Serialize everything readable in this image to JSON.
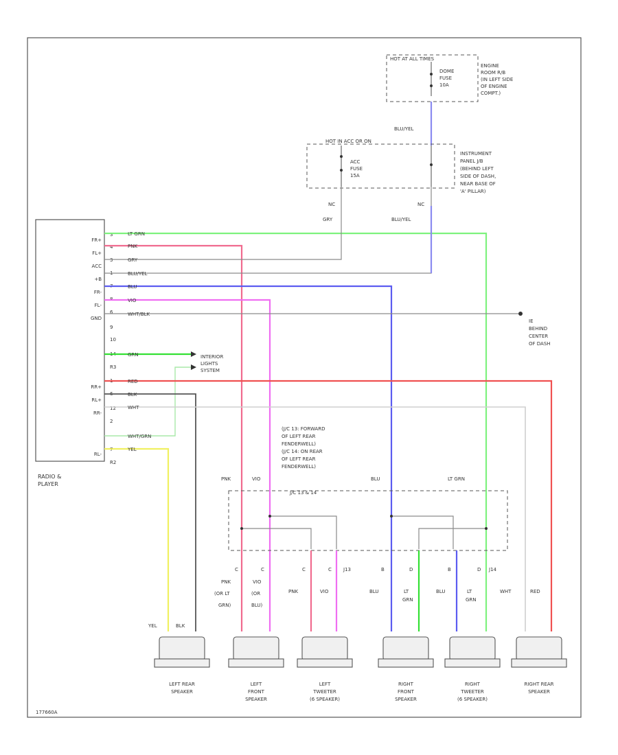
{
  "fuses": {
    "top_header": "HOT AT ALL TIMES",
    "dome_fuse": [
      "DOME",
      "FUSE",
      "10A"
    ],
    "engine_room_loc": [
      "ENGINE",
      "ROOM R/B",
      "(IN LEFT SIDE",
      "OF ENGINE",
      "COMPT.)"
    ],
    "acc_header": "HOT IN ACC OR ON",
    "acc_fuse": [
      "ACC",
      "FUSE",
      "15A"
    ],
    "panel_loc": [
      "INSTRUMENT",
      "PANEL J/B",
      "(BEHIND LEFT",
      "SIDE OF DASH,",
      "NEAR BASE OF",
      "'A' PILLAR)"
    ],
    "conn_left": "NC",
    "conn_right": "NC"
  },
  "radio": {
    "label_line1": "RADIO &",
    "label_line2": "PLAYER",
    "pins": [
      "FR+",
      "FL+",
      "ACC",
      "+B",
      "FR-",
      "FL-",
      "GND",
      "",
      "",
      "",
      "",
      "RR+",
      "RL+",
      "RR-",
      "",
      "RL-"
    ],
    "pin_nums": [
      "3",
      "4",
      "3",
      "1",
      "7",
      "8",
      "6",
      "9",
      "10",
      "14",
      "R3",
      "1",
      "6",
      "12",
      "2",
      "7",
      "R2"
    ]
  },
  "wires": {
    "lt_grn": "LT GRN",
    "pnk": "PNK",
    "gry": "GRY",
    "blu_yel": "BLU/YEL",
    "blu": "BLU",
    "vio": "VIO",
    "wht_blk": "WHT/BLK",
    "grn": "GRN",
    "red": "RED",
    "blk": "BLK",
    "wht": "WHT",
    "wht_grn": "WHT/GRN",
    "yel": "YEL"
  },
  "ground": {
    "id": "IE",
    "loc": [
      "BEHIND",
      "CENTER",
      "OF DASH"
    ]
  },
  "interior_lights": [
    "INTERIOR",
    "LIGHTS",
    "SYSTEM"
  ],
  "junction": {
    "desc": [
      "(J/C 13: FORWARD",
      "OF LEFT REAR",
      "FENDERWELL)",
      "(J/C 14: ON REAR",
      "OF LEFT REAR",
      "FENDERWELL)"
    ],
    "id": "J/C 13 & 14",
    "top_labels": [
      "PNK",
      "VIO",
      "BLU",
      "LT GRN"
    ],
    "pin_labels": [
      "C",
      "C",
      "C",
      "C",
      "J13",
      "B",
      "D",
      "B",
      "D",
      "J14"
    ],
    "drop_labels": [
      "PNK",
      "VIO",
      "PNK",
      "VIO",
      "BLU",
      "LT",
      "GRN",
      "BLU",
      "LT",
      "GRN",
      "WHT",
      "RED"
    ],
    "alt_labels": [
      "PNK",
      "(OR LT",
      "GRN)",
      "VIO",
      "(OR",
      "BLU)"
    ],
    "yel_blk": [
      "YEL",
      "BLK"
    ]
  },
  "speakers": [
    {
      "line1": "LEFT REAR",
      "line2": "SPEAKER",
      "line3": ""
    },
    {
      "line1": "LEFT",
      "line2": "FRONT",
      "line3": "SPEAKER"
    },
    {
      "line1": "LEFT",
      "line2": "TWEETER",
      "line3": "(6 SPEAKER)"
    },
    {
      "line1": "RIGHT",
      "line2": "FRONT",
      "line3": "SPEAKER"
    },
    {
      "line1": "RIGHT",
      "line2": "TWEETER",
      "line3": "(6 SPEAKER)"
    },
    {
      "line1": "RIGHT REAR",
      "line2": "SPEAKER",
      "line3": ""
    }
  ],
  "footer_code": "177660A",
  "colors": {
    "lt_grn": "#7df27d",
    "green": "#33e033",
    "pink": "#f06a8e",
    "blue": "#5b5bf0",
    "violet": "#ef6ef2",
    "red": "#f05050",
    "yellow": "#f0f060",
    "gray": "#9a9a9a",
    "light_gray": "#cfcfcf",
    "frame": "#555555"
  }
}
